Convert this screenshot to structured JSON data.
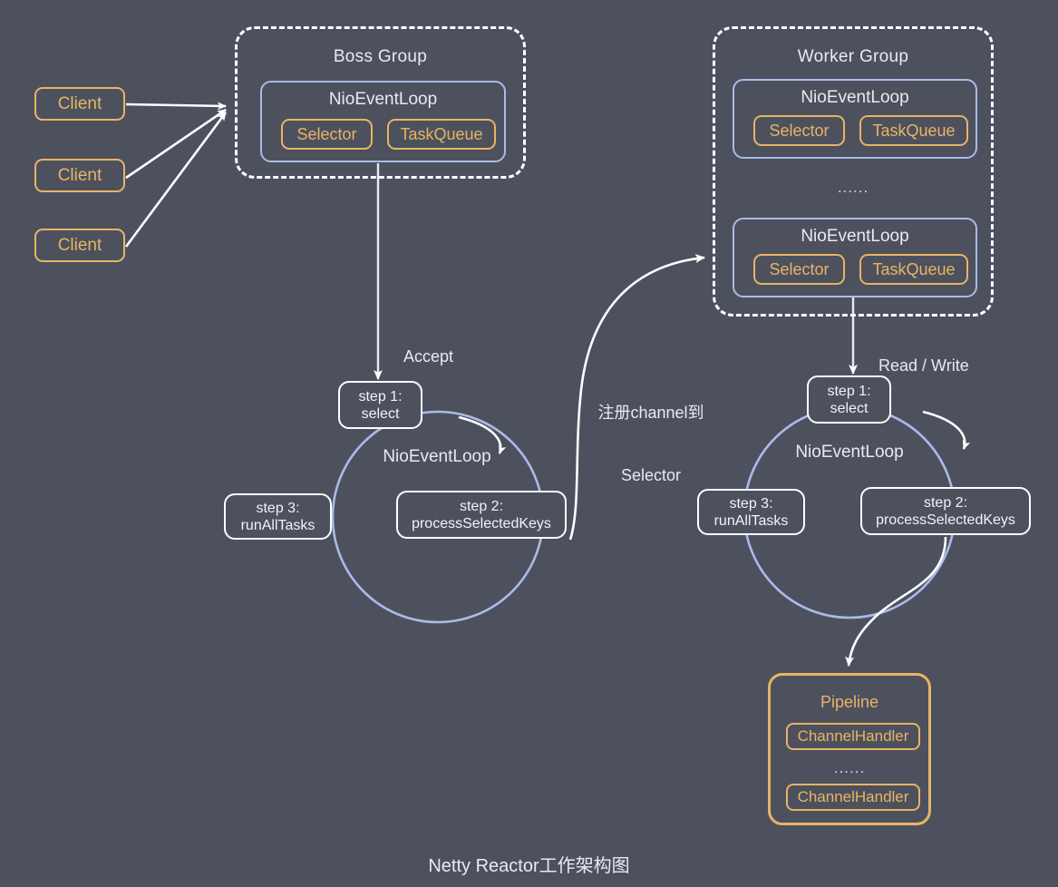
{
  "diagram": {
    "caption": "Netty Reactor工作架构图",
    "background_color": "#4d515e",
    "accent_orange": "#e8b464",
    "accent_blue": "#aabbe8",
    "text_color": "#e9eaee"
  },
  "clients": [
    {
      "label": "Client"
    },
    {
      "label": "Client"
    },
    {
      "label": "Client"
    }
  ],
  "boss_group": {
    "title": "Boss Group",
    "event_loop": {
      "title": "NioEventLoop",
      "selector": "Selector",
      "task_queue": "TaskQueue"
    }
  },
  "worker_group": {
    "title": "Worker Group",
    "ellipsis": "......",
    "event_loops": [
      {
        "title": "NioEventLoop",
        "selector": "Selector",
        "task_queue": "TaskQueue"
      },
      {
        "title": "NioEventLoop",
        "selector": "Selector",
        "task_queue": "TaskQueue"
      }
    ]
  },
  "boss_loop": {
    "center_label": "NioEventLoop",
    "incoming_label": "Accept",
    "steps": [
      {
        "line1": "step 1:",
        "line2": "select"
      },
      {
        "line1": "step 2:",
        "line2": "processSelectedKeys"
      },
      {
        "line1": "step 3:",
        "line2": "runAllTasks"
      }
    ]
  },
  "worker_loop": {
    "center_label": "NioEventLoop",
    "incoming_label": "Read / Write",
    "steps": [
      {
        "line1": "step 1:",
        "line2": "select"
      },
      {
        "line1": "step 2:",
        "line2": "processSelectedKeys"
      },
      {
        "line1": "step 3:",
        "line2": "runAllTasks"
      }
    ]
  },
  "register_edge": {
    "line1": "注册channel到",
    "line2": "Selector"
  },
  "pipeline": {
    "title": "Pipeline",
    "ellipsis": "......",
    "handlers": [
      {
        "label": "ChannelHandler"
      },
      {
        "label": "ChannelHandler"
      }
    ]
  }
}
